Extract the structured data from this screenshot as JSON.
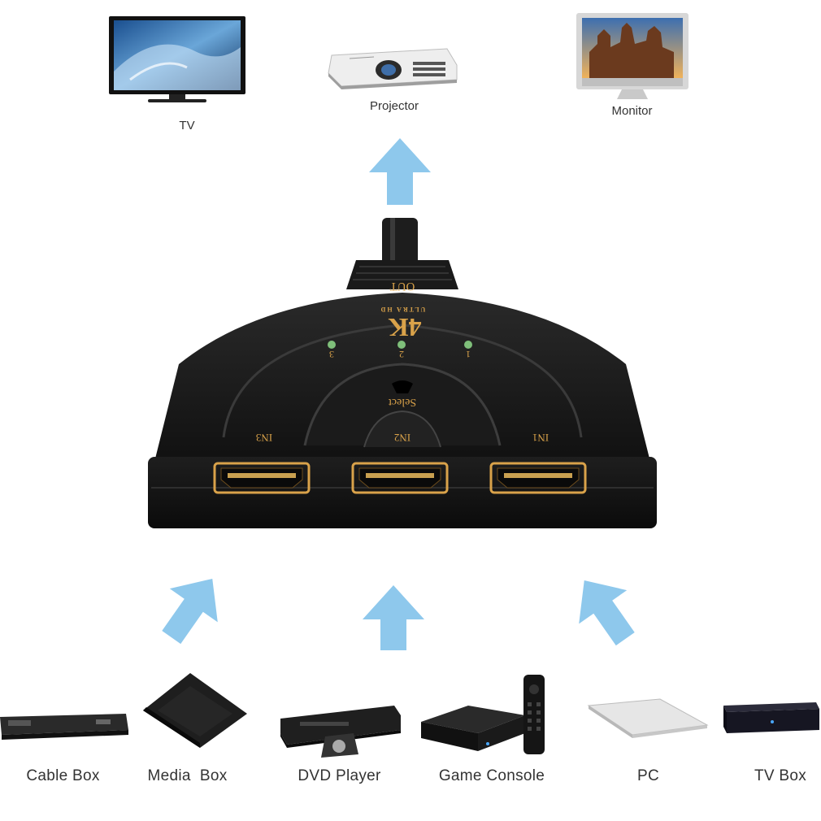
{
  "outputs": [
    {
      "id": "tv",
      "label": "TV"
    },
    {
      "id": "projector",
      "label": "Projector"
    },
    {
      "id": "monitor",
      "label": "Monitor"
    }
  ],
  "inputs": [
    {
      "id": "cable-box",
      "label": "Cable Box"
    },
    {
      "id": "media-box",
      "label": "Media  Box"
    },
    {
      "id": "dvd-player",
      "label": "DVD Player"
    },
    {
      "id": "game-console",
      "label": "Game Console"
    },
    {
      "id": "pc",
      "label": "PC"
    },
    {
      "id": "tv-box",
      "label": "TV Box"
    }
  ],
  "switcher": {
    "out_label": "OUT",
    "brand_big": "4K",
    "brand_small": "ULTRA HD",
    "leds": [
      "1",
      "2",
      "3"
    ],
    "select_label": "Select",
    "ports": [
      "IN1",
      "IN2",
      "IN3"
    ]
  },
  "colors": {
    "arrow": "#8ec8ec",
    "device_body": "#1c1c1c",
    "accent_gold": "#d9a24a",
    "led_green": "#7fbf7a"
  }
}
